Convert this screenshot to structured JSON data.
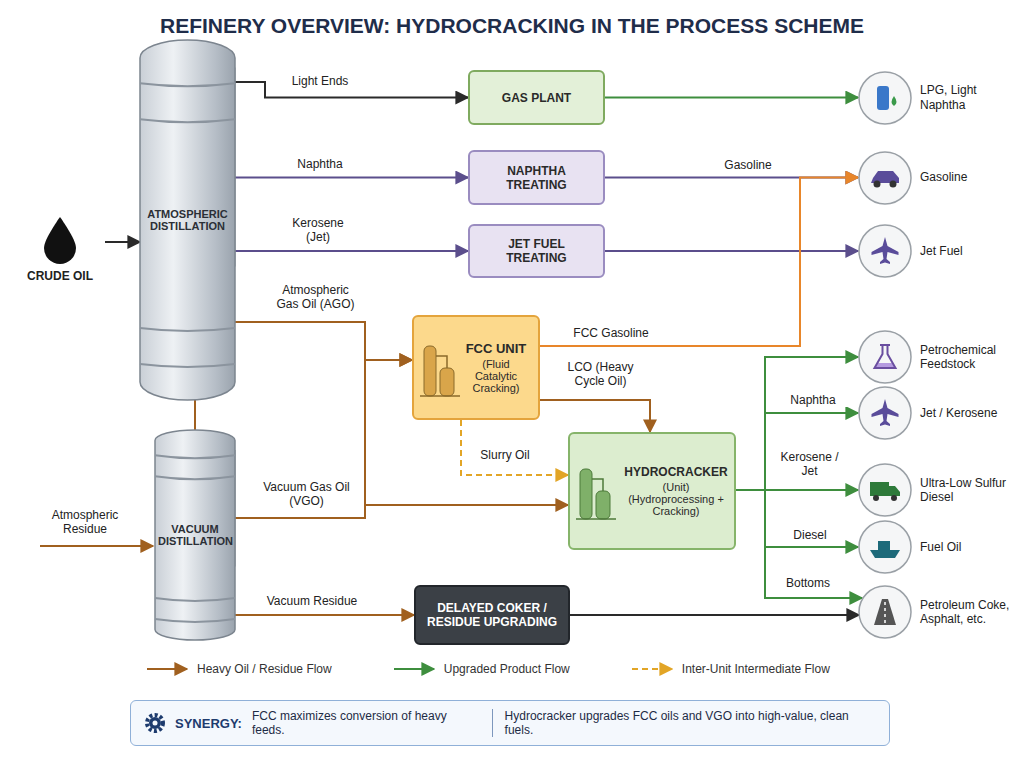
{
  "diagram": {
    "title": "REFINERY OVERVIEW: HYDROCRACKING IN THE PROCESS SCHEME",
    "nodes": [
      {
        "text": [
          "ATMOSPHERIC DISTILLATION"
        ]
      },
      {
        "text": [
          "CRUDE OIL"
        ]
      },
      {
        "text": [
          "GAS PLANT"
        ]
      },
      {
        "text": [
          "NAPHTHA TREATING"
        ]
      },
      {
        "text": [
          "JET FUEL TREATING"
        ]
      },
      {
        "text": [
          "FCC UNIT",
          "(Fluid Catalytic Cracking)"
        ]
      },
      {
        "text": [
          "VACUUM DISTILLATION"
        ]
      },
      {
        "text": [
          "HYDROCRACKER",
          "(Unit) (Hydroprocessing + Cracking)"
        ]
      },
      {
        "text": [
          "DELAYED COKER / RESIDUE UPGRADING"
        ]
      },
      {
        "text": [
          "LPG, Light Naphtha"
        ]
      },
      {
        "text": [
          "Gasoline"
        ]
      },
      {
        "text": [
          "Jet Fuel"
        ]
      },
      {
        "text": [
          "Petrochemical Feedstock"
        ]
      },
      {
        "text": [
          "Jet / Kerosene"
        ]
      },
      {
        "text": [
          "Ultra-Low Sulfur Diesel"
        ]
      },
      {
        "text": [
          "Fuel Oil"
        ]
      },
      {
        "text": [
          "Petroleum Coke, Asphalt, etc."
        ]
      },
      {
        "text": [
          "SYNERGY:",
          "FCC maximizes conversion of heavy feeds.",
          "Hydrocracker upgrades FCC oils and VGO into high-value, clean fuels."
        ]
      }
    ],
    "edges": [
      {
        "from": 1,
        "to": 0,
        "arrow": "to"
      },
      {
        "from": 0,
        "to": 2,
        "label": "Light Ends",
        "arrow": "to"
      },
      {
        "from": 0,
        "to": 3,
        "label": "Naphtha",
        "arrow": "to"
      },
      {
        "from": 0,
        "to": 4,
        "label": "Kerosene (Jet)",
        "arrow": "to"
      },
      {
        "from": 0,
        "to": 5,
        "label": "Atmospheric Gas Oil (AGO)",
        "arrow": "to"
      },
      {
        "from": 0,
        "to": 6,
        "arrow": "none"
      },
      {
        "from": 2,
        "to": 9,
        "arrow": "to"
      },
      {
        "from": 3,
        "to": 10,
        "label": "Gasoline",
        "arrow": "to"
      },
      {
        "from": 4,
        "to": 11,
        "arrow": "to"
      },
      {
        "from": 5,
        "to": 10,
        "label": "FCC Gasoline",
        "arrow": "to"
      },
      {
        "from": 5,
        "to": 7,
        "label": "LCO (Heavy Cycle Oil)",
        "arrow": "to"
      },
      {
        "from": 5,
        "to": 7,
        "label": "Slurry Oil",
        "arrow": "to"
      },
      {
        "from": 6,
        "to": 5,
        "arrow": "to"
      },
      {
        "from": 6,
        "to": 7,
        "label": "Vacuum Gas Oil (VGO)",
        "arrow": "to"
      },
      {
        "from": 6,
        "to": 8,
        "label": "Vacuum Residue",
        "arrow": "to"
      },
      {
        "from": 7,
        "to": 12,
        "arrow": "to"
      },
      {
        "from": 7,
        "to": 13,
        "label": "Naphtha",
        "arrow": "to"
      },
      {
        "from": 7,
        "to": 14,
        "label": "Kerosene / Jet",
        "arrow": "to"
      },
      {
        "from": 7,
        "to": 15,
        "label": "Diesel",
        "arrow": "to"
      },
      {
        "from": 7,
        "to": 16,
        "label": "Bottoms",
        "arrow": "to"
      },
      {
        "from": 8,
        "to": 16,
        "arrow": "to"
      }
    ],
    "labels": [
      "Atmospheric Residue"
    ],
    "legend": [
      {
        "text": "Heavy Oil / Residue Flow"
      },
      {
        "text": "Upgraded Product Flow"
      },
      {
        "text": "Inter-Unit Intermediate Flow"
      }
    ]
  }
}
